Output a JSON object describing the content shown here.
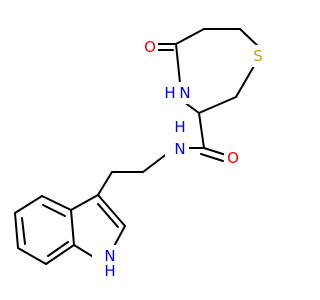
{
  "structure": {
    "atoms": {
      "o_ketone": {
        "text": "O",
        "color": "#ff0000"
      },
      "s_ring": {
        "text": "S",
        "color": "#b2b200"
      },
      "nh_ring": {
        "text": "N",
        "h": "H",
        "color": "#0000ff"
      },
      "nh_amide": {
        "text": "N",
        "h": "H",
        "color": "#0000ff"
      },
      "o_amide": {
        "text": "O",
        "color": "#ff0000"
      },
      "nh_indole": {
        "text": "N",
        "h": "H",
        "color": "#0000ff"
      }
    },
    "bond_color": "#000000"
  }
}
